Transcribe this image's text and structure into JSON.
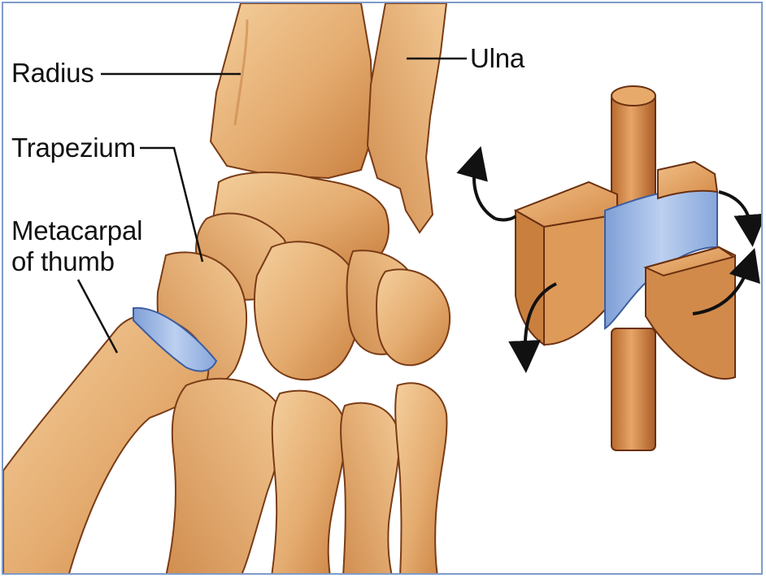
{
  "labels": {
    "radius": "Radius",
    "ulna": "Ulna",
    "trapezium": "Trapezium",
    "metacarpal_line1": "Metacarpal",
    "metacarpal_line2": "of thumb"
  },
  "colors": {
    "frame_border": "#7f9bc8",
    "bone_fill": "#e8b57d",
    "bone_shadow": "#c57a42",
    "bone_outline": "#6a3010",
    "cartilage_blue": "#9bb8e6",
    "model_wood": "#d98f4d",
    "arrow": "#111111"
  },
  "model": {
    "arrow_icon": "curved-double-arrow-icon"
  }
}
